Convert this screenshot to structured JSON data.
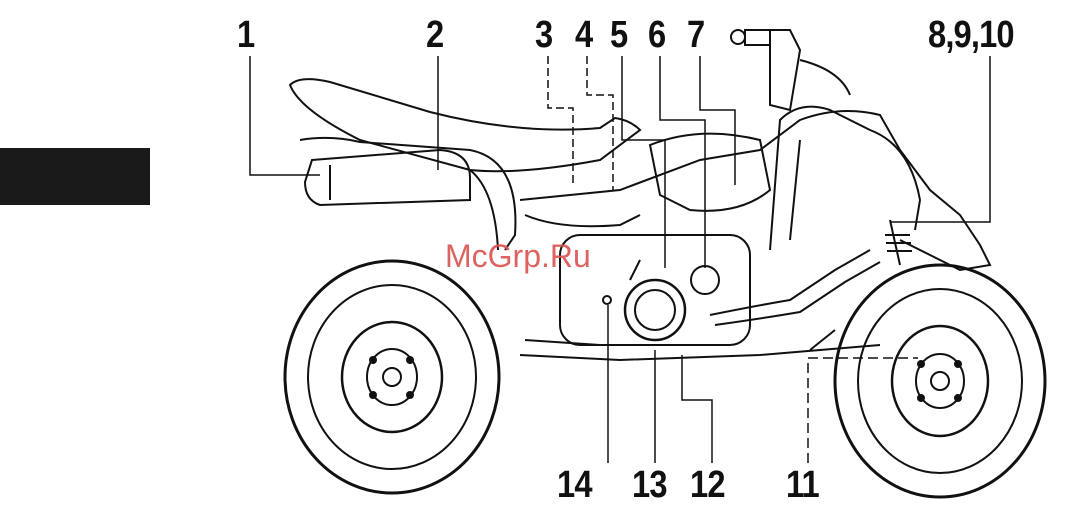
{
  "callouts": {
    "c1": "1",
    "c2": "2",
    "c3": "3",
    "c4": "4",
    "c5": "5",
    "c6": "6",
    "c7": "7",
    "c8_9_10": "8,9,10",
    "c11": "11",
    "c12": "12",
    "c13": "13",
    "c14": "14"
  },
  "watermark": "McGrp.Ru",
  "colors": {
    "line": "#111111",
    "tab": "#1a1a1a",
    "watermark": "#d9534f",
    "background": "#ffffff"
  }
}
